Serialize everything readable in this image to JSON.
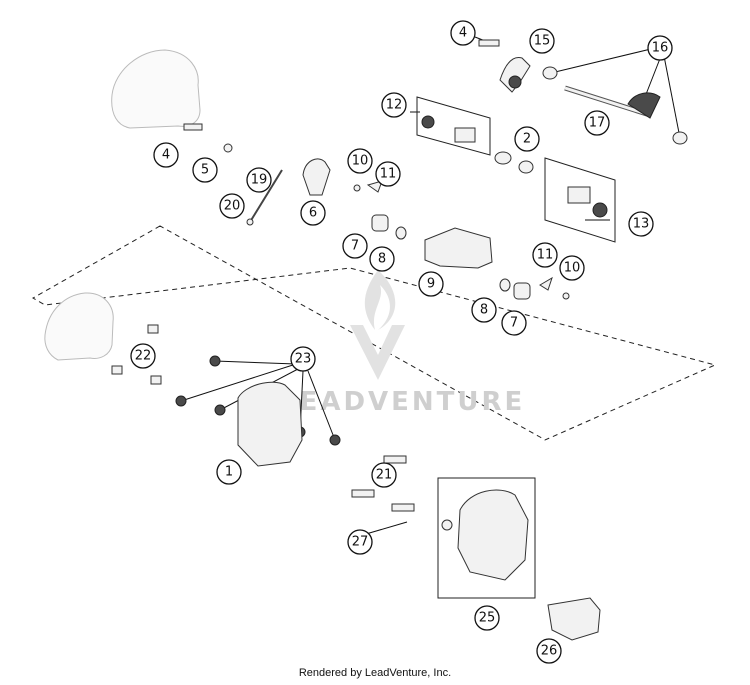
{
  "diagram": {
    "callouts": [
      "1",
      "2",
      "4",
      "4",
      "5",
      "6",
      "7",
      "7",
      "8",
      "8",
      "9",
      "10",
      "10",
      "11",
      "11",
      "12",
      "13",
      "15",
      "16",
      "17",
      "19",
      "20",
      "21",
      "22",
      "23",
      "25",
      "26",
      "27"
    ],
    "watermark": "LEADVENTURE",
    "colors": {
      "line": "#111111",
      "part_fill": "#f2f2f2",
      "watermark": "#cfcfcf"
    }
  },
  "footer": {
    "credit": "Rendered by LeadVenture, Inc."
  }
}
